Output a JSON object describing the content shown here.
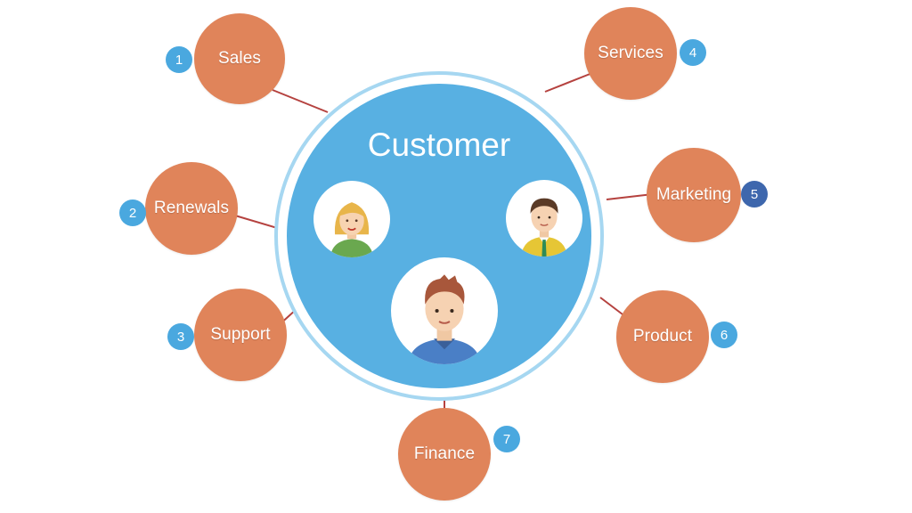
{
  "center": {
    "title": "Customer"
  },
  "nodes": [
    {
      "label": "Sales",
      "number": "1"
    },
    {
      "label": "Renewals",
      "number": "2"
    },
    {
      "label": "Support",
      "number": "3"
    },
    {
      "label": "Services",
      "number": "4"
    },
    {
      "label": "Marketing",
      "number": "5"
    },
    {
      "label": "Product",
      "number": "6"
    },
    {
      "label": "Finance",
      "number": "7"
    }
  ],
  "avatars": [
    {
      "icon": "woman-avatar-icon"
    },
    {
      "icon": "man-avatar-icon"
    },
    {
      "icon": "man-avatar-icon"
    }
  ],
  "colors": {
    "node_fill": "#e0845a",
    "center_fill": "#58b0e2",
    "ring": "#a6d7f1",
    "badge": "#4aa8df",
    "badge_highlight": "#3e67ad",
    "connector": "#b5423f"
  }
}
